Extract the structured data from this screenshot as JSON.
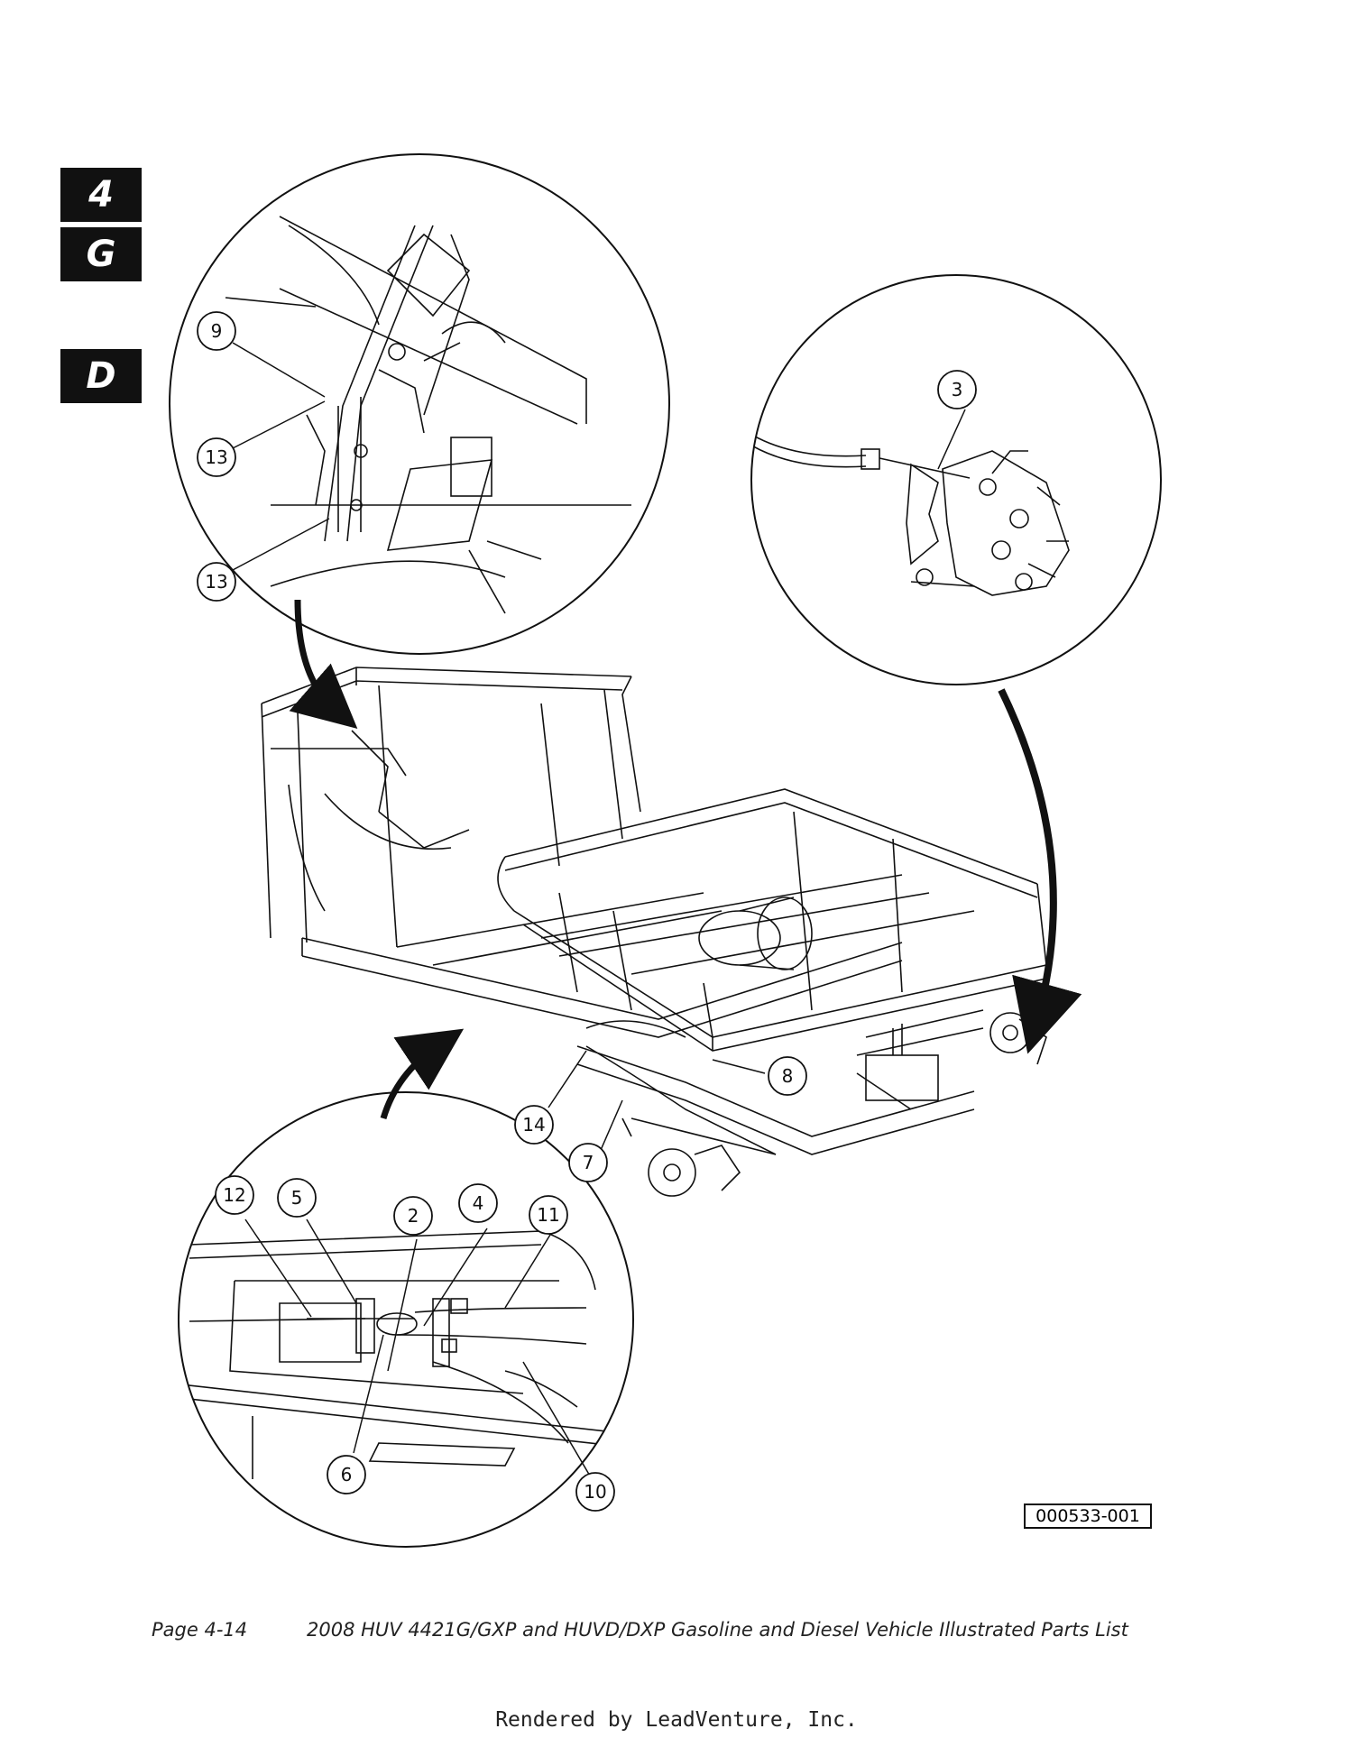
{
  "section_tabs": [
    {
      "label": "4"
    },
    {
      "label": "G"
    },
    {
      "label": "D"
    }
  ],
  "callouts": {
    "c9": "9",
    "c13a": "13",
    "c13b": "13",
    "c3": "3",
    "c8": "8",
    "c14": "14",
    "c7": "7",
    "c12": "12",
    "c5": "5",
    "c2": "2",
    "c4": "4",
    "c11": "11",
    "c6": "6",
    "c10": "10"
  },
  "figure_id": "000533-001",
  "footer": {
    "page_label": "Page 4-14",
    "doc_title": "2008 HUV 4421G/GXP and HUVD/DXP Gasoline and Diesel Vehicle Illustrated Parts List"
  },
  "rendered_by": "Rendered by LeadVenture, Inc.",
  "colors": {
    "ink": "#111111",
    "paper": "#ffffff",
    "tab_bg": "#111111"
  }
}
